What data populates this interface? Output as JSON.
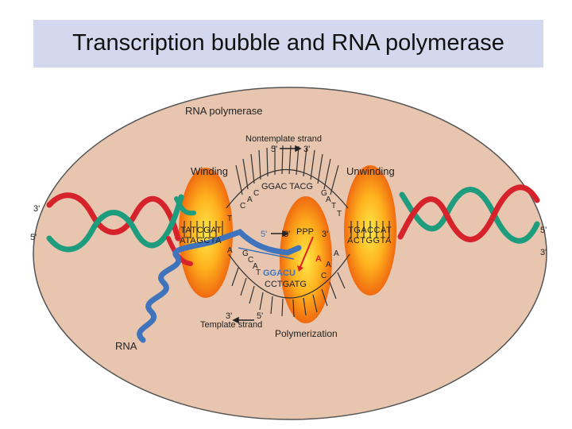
{
  "title": "Transcription bubble and RNA polymerase",
  "labels": {
    "rna_polymerase": "RNA polymerase",
    "nontemplate_strand": "Nontemplate strand",
    "nontemplate_5": "5'",
    "nontemplate_3": "3'",
    "winding": "Winding",
    "unwinding": "Unwinding",
    "template_strand": "Template strand",
    "template_3": "3'",
    "template_5": "5'",
    "polymerization": "Polymerization",
    "rna": "RNA",
    "left_top_end": "3'",
    "left_bottom_end": "5'",
    "right_top_end": "5'",
    "right_bottom_end": "3'",
    "rna_5": "5'",
    "rna_3": "3'",
    "rna_3_tip": "3'",
    "ppp": "PPP"
  },
  "sequences": {
    "nontemplate_top": "GGAC TACG",
    "left_upper": "TATCGAT",
    "left_lower": "ATAGCTA",
    "right_upper": "TGACCAT",
    "right_lower": "ACTGGTA",
    "rna_bases": "GGACU",
    "template_bottom": "CCTGATG",
    "incoming_nucleotide": "A"
  },
  "colors": {
    "strand_red": "#d6222b",
    "strand_teal": "#1e9c7e",
    "rna_blue": "#3f74bd",
    "polymerase": "#e8c5ae",
    "title_bg": "#d4d8ee",
    "accent_red": "#e02020"
  }
}
